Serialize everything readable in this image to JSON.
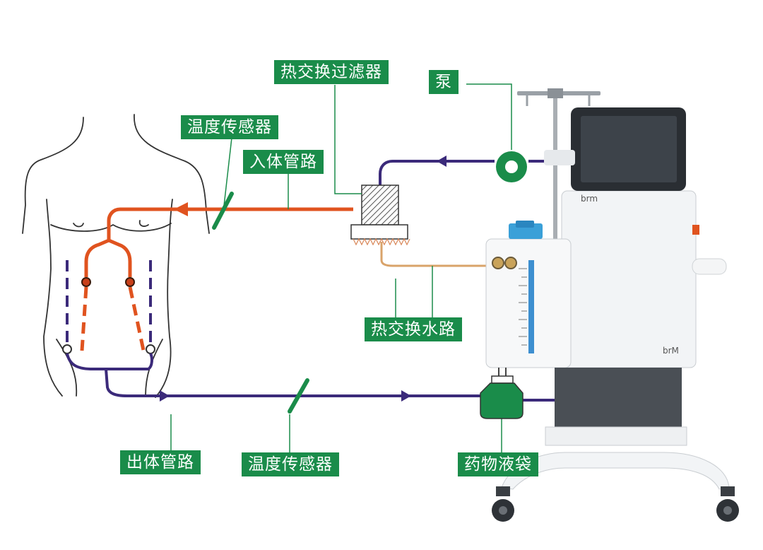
{
  "labels": {
    "heat_exchange_filter": "热交换过滤器",
    "pump": "泵",
    "temperature_sensor_in": "温度传感器",
    "inflow_line": "入体管路",
    "heat_exchange_water_line": "热交换水路",
    "outflow_line": "出体管路",
    "temperature_sensor_out": "温度传感器",
    "drug_bag": "药物液袋"
  },
  "machine": {
    "brand_small": "brm",
    "brand_large": "brM"
  },
  "colors": {
    "label_bg": "#1a8c4a",
    "inflow": "#e0531f",
    "outflow": "#3b2a7a",
    "sensor": "#1a8c4a",
    "water_line": "#d9a36a"
  }
}
